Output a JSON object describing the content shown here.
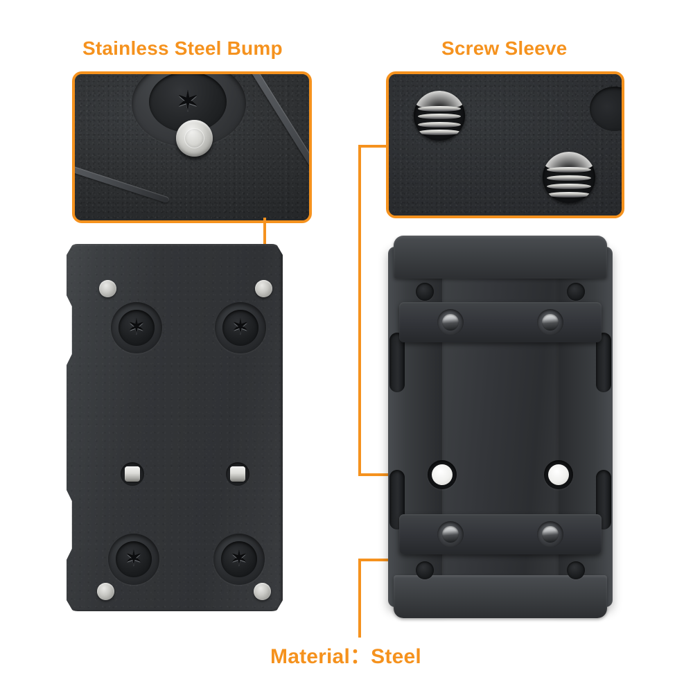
{
  "theme": {
    "accent": "#f5921e",
    "background": "#ffffff",
    "metal_dark": "#2f3134",
    "metal_light": "#e9e9e6"
  },
  "headings": {
    "bump": "Stainless Steel Bump",
    "sleeve": "Screw Sleeve"
  },
  "caption": {
    "material": "Material：Steel"
  },
  "callouts": [
    {
      "id": "stainless-steel-bump",
      "title": "Stainless Steel Bump",
      "subject": "torx-screw-and-steel-bump-closeup"
    },
    {
      "id": "screw-sleeve",
      "title": "Screw Sleeve",
      "subject": "threaded-screw-sleeve-closeup"
    }
  ],
  "products": [
    {
      "id": "mounting-plate",
      "name": "red-dot-mounting-plate",
      "features": [
        "torx-screws",
        "stainless-steel-bumps",
        "screw-sleeves"
      ]
    },
    {
      "id": "picatinny-mount",
      "name": "picatinny-riser-mount",
      "features": [
        "cross-bolts",
        "through-holes",
        "recoil-lug-slots"
      ]
    }
  ],
  "icons": {
    "torx_star": "✶"
  }
}
